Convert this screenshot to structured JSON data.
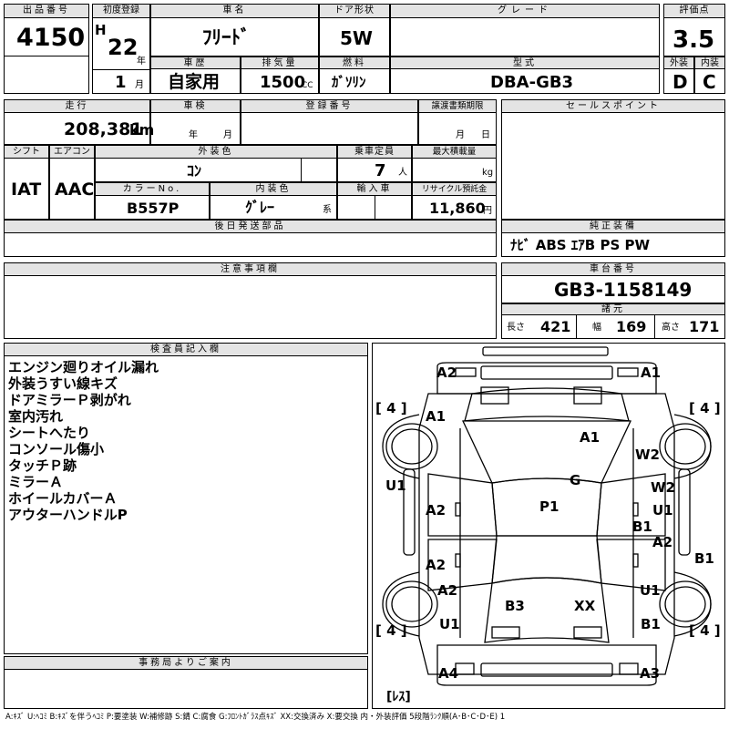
{
  "lot": {
    "label": "出品番号",
    "value": "4150"
  },
  "registration": {
    "label": "初度登録",
    "era": "H",
    "year": "22",
    "year_unit": "年",
    "month": "1",
    "month_unit": "月"
  },
  "car_name": {
    "label": "車名",
    "value": "ﾌﾘｰﾄﾞ"
  },
  "door": {
    "label": "ドア形状",
    "value": "5W"
  },
  "grade": {
    "label": "グレード",
    "value": ""
  },
  "score": {
    "label": "評価点",
    "value": "3.5"
  },
  "history": {
    "label": "車歴",
    "value": "自家用"
  },
  "displacement": {
    "label": "排気量",
    "value": "1500",
    "unit": "CC"
  },
  "fuel": {
    "label": "燃料",
    "value": "ｶﾞｿﾘﾝ"
  },
  "model": {
    "label": "型式",
    "value": "DBA-GB3"
  },
  "exterior_grade": {
    "label": "外装",
    "value": "D"
  },
  "interior_grade": {
    "label": "内装",
    "value": "C"
  },
  "mileage": {
    "label": "走行",
    "value": "208,381",
    "unit": "km"
  },
  "inspection": {
    "label": "車検",
    "year_unit": "年",
    "month_unit": "月"
  },
  "reg_number": {
    "label": "登録番号",
    "value": ""
  },
  "transfer_deadline": {
    "label": "譲渡書類期限",
    "month_unit": "月",
    "day_unit": "日"
  },
  "sales_points": {
    "label": "セールスポイント",
    "value": ""
  },
  "shift": {
    "label": "シフト",
    "value": "IAT"
  },
  "aircon": {
    "label": "エアコン",
    "value": "AAC"
  },
  "ext_color": {
    "label": "外装色",
    "value": "ｺﾝ"
  },
  "capacity": {
    "label": "乗車定員",
    "value": "7",
    "unit": "人"
  },
  "max_load": {
    "label": "最大積載量",
    "value": "",
    "unit": "kg"
  },
  "color_no": {
    "label": "カラーNo.",
    "value": "B557P"
  },
  "int_color": {
    "label": "内装色",
    "value": "ｸﾞﾚｰ",
    "unit": "系"
  },
  "import": {
    "label": "輸入車",
    "value": ""
  },
  "recycle": {
    "label": "リサイクル預託金",
    "value": "11,860",
    "unit": "円"
  },
  "later_parts": {
    "label": "後日発送部品",
    "value": ""
  },
  "factory_equipment": {
    "label": "純正装備",
    "value": "ﾅﾋﾞ ABS ｴｱB PS PW"
  },
  "notes": {
    "label": "注意事項欄",
    "value": ""
  },
  "chassis": {
    "label": "車台番号",
    "value": "GB3-1158149"
  },
  "dimensions": {
    "label": "諸元",
    "length_label": "長さ",
    "length": "421",
    "width_label": "幅",
    "width": "169",
    "height_label": "高さ",
    "height": "171"
  },
  "inspector": {
    "label": "検査員記入欄",
    "lines": [
      "エンジン廻りオイル漏れ",
      "外装うすい線キズ",
      "ドアミラーＰ剥がれ",
      "室内汚れ",
      "シートへたり",
      "コンソール傷小",
      "タッチＰ跡",
      "ミラーＡ",
      "ホイールカバーＡ",
      "アウターハンドルP"
    ]
  },
  "office": {
    "label": "事務局よりご案内",
    "value": ""
  },
  "diagram": {
    "tire_marks": [
      "[ 4 ]",
      "[ 4 ]",
      "[ 4 ]",
      "[ 4 ]"
    ],
    "spare_label": "[ﾚｽ]",
    "marks": [
      "A2",
      "A1",
      "A1",
      "A1",
      "W2",
      "G",
      "W2",
      "U1",
      "U1",
      "A2",
      "P1",
      "B1",
      "A2",
      "A2",
      "B1",
      "A2",
      "U1",
      "B3",
      "XX",
      "U1",
      "B1",
      "A4",
      "A3"
    ]
  },
  "legend": "A:ｷｽﾞ U:ﾍｺﾐ B:ｷｽﾞを伴うﾍｺﾐ P:要塗装 W:補修跡 S:錆 C:腐食 G:ﾌﾛﾝﾄｶﾞﾗｽ点ｷｽﾞ XX:交換済み X:要交換 内・外装評価 5段階ﾗﾝｸ順(A･B･C･D･E) 1"
}
